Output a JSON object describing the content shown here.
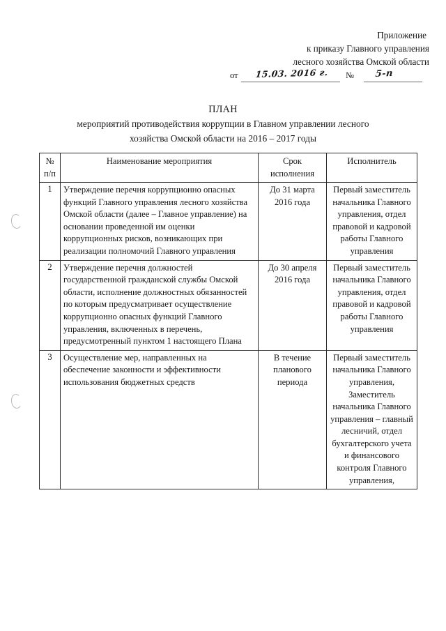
{
  "document": {
    "header": {
      "line1": "Приложение",
      "line2": "к приказу Главного управления",
      "line3": "лесного хозяйства Омской области",
      "date_label": "от",
      "date_value": "15.03. 2016 г.",
      "number_label": "№",
      "number_value": "5-п"
    },
    "title": "ПЛАН",
    "subtitle_line1": "мероприятий противодействия коррупции в Главном управлении лесного",
    "subtitle_line2": "хозяйства Омской области на 2016 – 2017 годы"
  },
  "table": {
    "headers": {
      "num_line1": "№",
      "num_line2": "п/п",
      "name": "Наименование мероприятия",
      "term_line1": "Срок",
      "term_line2": "исполнения",
      "executor": "Исполнитель"
    },
    "rows": [
      {
        "num": "1",
        "name": "Утверждение перечня коррупционно опасных функций Главного управления лесного хозяйства Омской области (далее – Главное управление) на основании проведенной им оценки коррупционных рисков, возникающих при реализации полномочий Главного управления",
        "term": "До 31 марта 2016 года",
        "executor": "Первый заместитель начальника Главного управления, отдел правовой и кадровой работы Главного управления"
      },
      {
        "num": "2",
        "name": "Утверждение перечня должностей государственной гражданской службы Омской области, исполнение должностных обязанностей по которым предусматривает осуществление коррупционно опасных функций Главного управления, включенных в перечень, предусмотренный пунктом 1 настоящего Плана",
        "term": "До 30 апреля 2016 года",
        "executor": "Первый заместитель начальника Главного управления, отдел правовой и кадровой работы Главного управления"
      },
      {
        "num": "3",
        "name": "Осуществление мер, направленных на обеспечение законности и эффективности использования бюджетных средств",
        "term": "В течение планового периода",
        "executor": "Первый заместитель начальника Главного управления, Заместитель начальника Главного управления – главный лесничий, отдел бухгалтерского учета и финансового контроля Главного управления,"
      }
    ]
  },
  "colors": {
    "page_background": "#ffffff",
    "text": "#181818",
    "table_border": "#2a2a2a",
    "rule_line": "#6a6a6a",
    "scan_artifact": "#b9b9b9"
  }
}
